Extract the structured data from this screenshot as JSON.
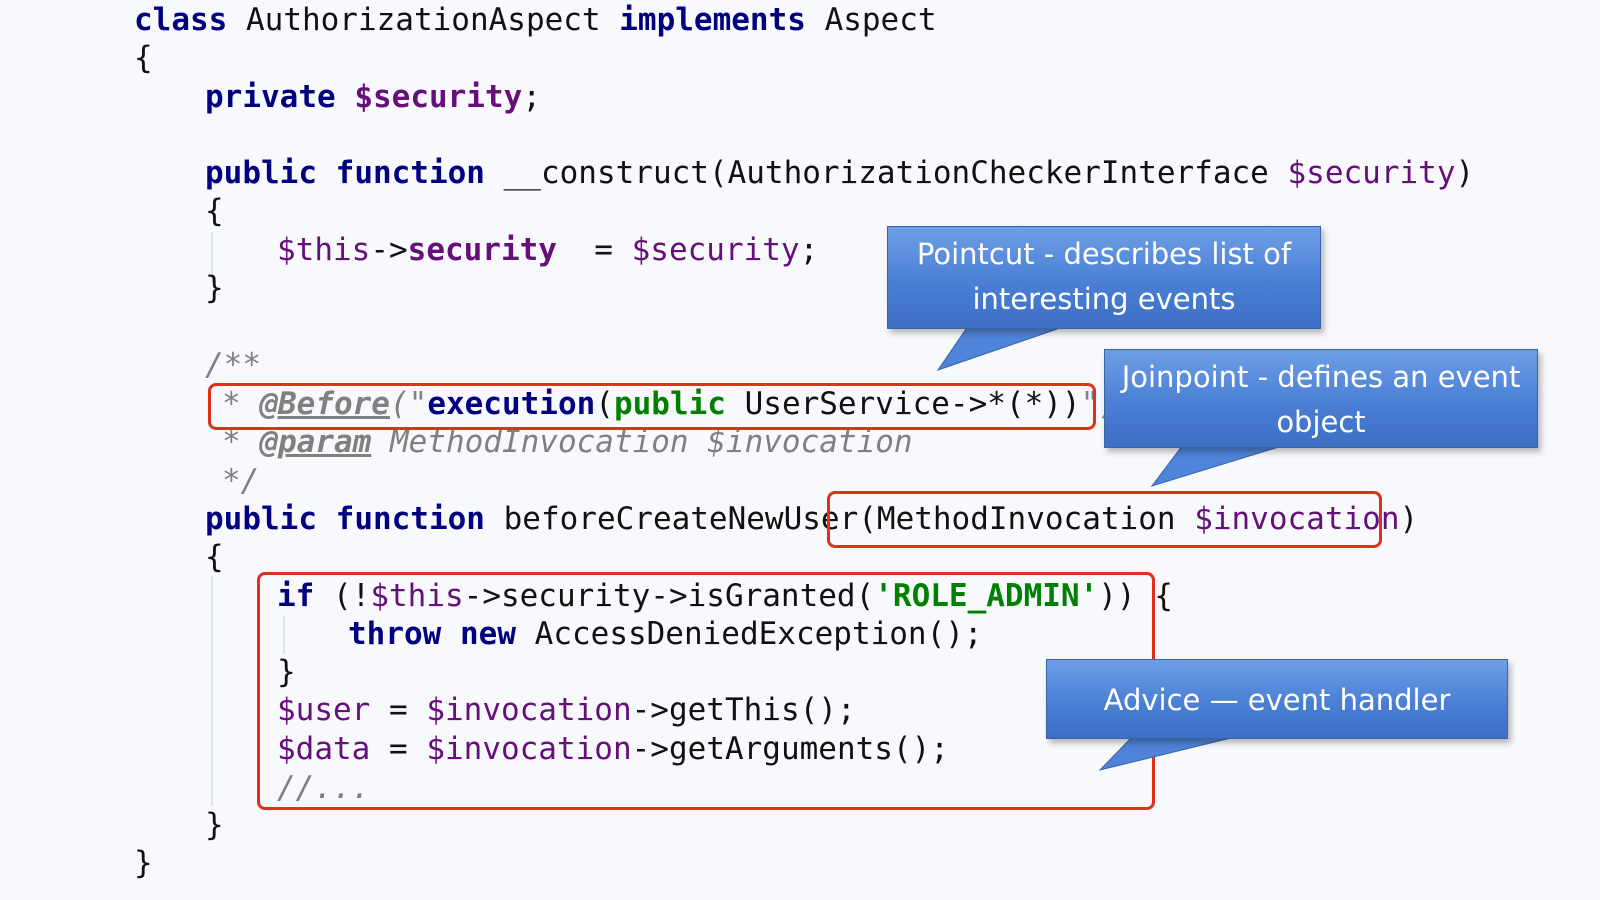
{
  "code_lines": {
    "l1": {
      "k1": "class",
      "t1": " AuthorizationAspect ",
      "k2": "implements",
      "t2": " Aspect"
    },
    "l2": "{",
    "l3": {
      "k1": "private",
      "v1": "$security",
      "t1": ";"
    },
    "l4": {
      "k1": "public",
      "k2": "function",
      "t1": " __construct(AuthorizationCheckerInterface ",
      "v1": "$security",
      "t2": ")"
    },
    "l5": "{",
    "l6": {
      "v1": "$this",
      "t1": "->",
      "p1": "security",
      "t2": "  = ",
      "v2": "$security",
      "t3": ";"
    },
    "l7": "}",
    "l8": "/**",
    "l9": {
      "c1": "* ",
      "tag": "@Before",
      "c2": "(\"",
      "e1": "execution",
      "e2": "(",
      "e3": "public",
      "e4": " UserService->*(*))",
      "c3": "\")"
    },
    "l10": {
      "c1": "* ",
      "tag": "@param",
      "c2": " MethodInvocation $invocation"
    },
    "l11": "*/",
    "l12": {
      "k1": "public",
      "k2": "function",
      "t1": " beforeCreateNewUser(MethodInvocation ",
      "v1": "$invocation",
      "t2": ")"
    },
    "l13": "{",
    "l14": {
      "k1": "if",
      "t1": " (!",
      "v1": "$this",
      "t2": "->security->isGranted(",
      "s1": "'ROLE_ADMIN'",
      "t3": ")) {"
    },
    "l15": {
      "k1": "throw",
      "k2": "new",
      "t1": " AccessDeniedException();"
    },
    "l16": "}",
    "l17": {
      "v1": "$user",
      "t1": " = ",
      "v2": "$invocation",
      "t2": "->getThis();"
    },
    "l18": {
      "v1": "$data",
      "t1": " = ",
      "v2": "$invocation",
      "t2": "->getArguments();"
    },
    "l19": "//...",
    "l20": "}",
    "l21": "}"
  },
  "callouts": {
    "pointcut": "Pointcut - describes list of interesting events",
    "joinpoint": "Joinpoint - defines an event object",
    "advice": "Advice — event handler"
  },
  "colors": {
    "keyword": "#000080",
    "variable": "#660e7a",
    "string": "#008000",
    "comment": "#808080",
    "highlight_border": "#e0301e",
    "callout_fill": "#4a7fd4"
  }
}
